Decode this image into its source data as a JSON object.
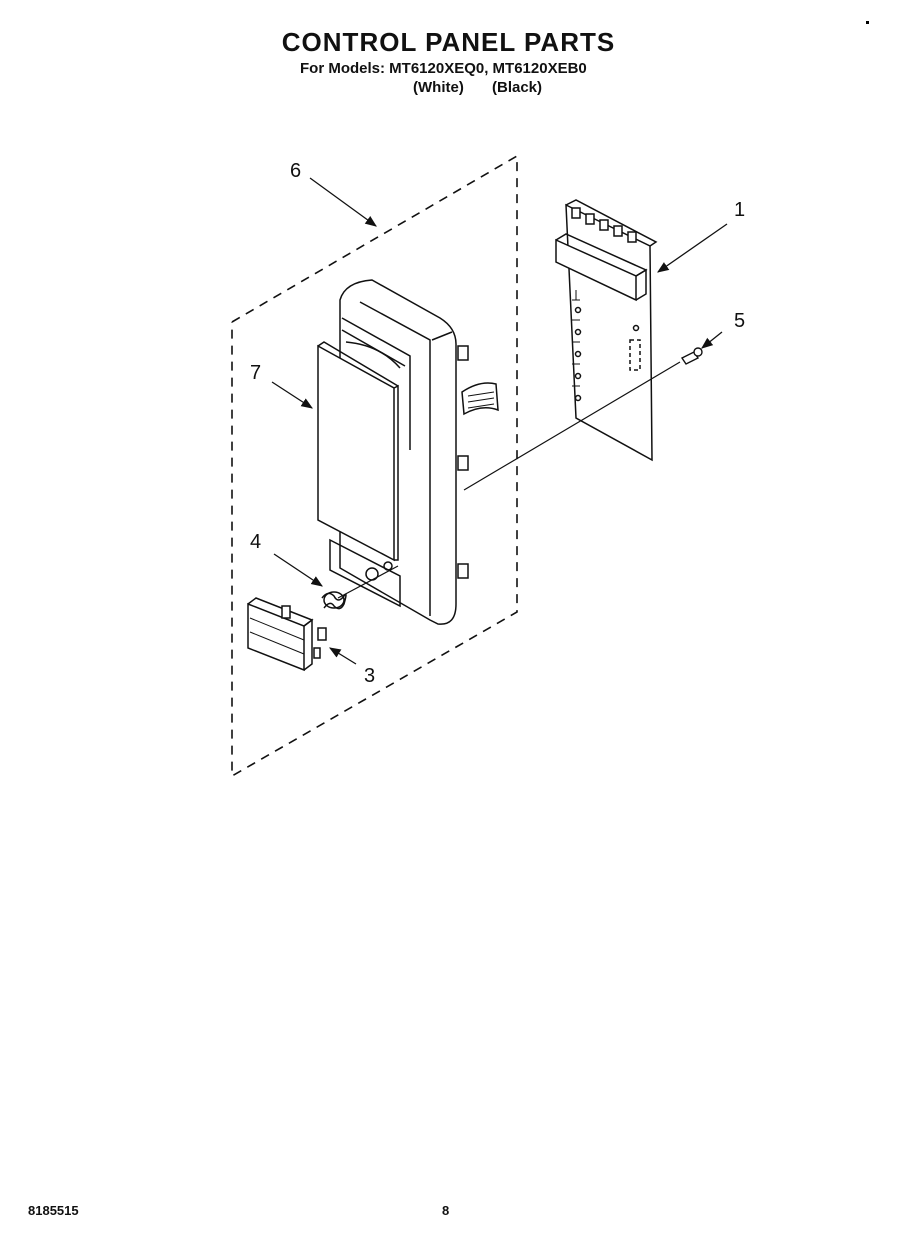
{
  "header": {
    "title": "CONTROL PANEL PARTS",
    "models": "For Models: MT6120XEQ0, MT6120XEB0",
    "variant_white": "(White)",
    "variant_black": "(Black)"
  },
  "callouts": [
    "1",
    "3",
    "4",
    "5",
    "6",
    "7"
  ],
  "footer": {
    "doc_code": "8185515",
    "page_number": "8"
  }
}
